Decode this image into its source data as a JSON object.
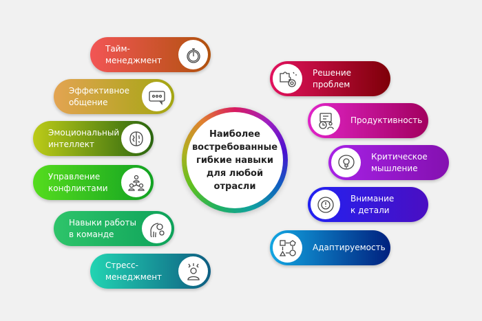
{
  "center": {
    "title": "Наиболее\nвостребованные\nгибкие навыки\nдля любой\nотрасли"
  },
  "left": [
    {
      "label": "Тайм-\nменеджмент",
      "icon": "stopwatch-icon",
      "from": "#f25555",
      "to": "#b0520e"
    },
    {
      "label": "Эффективное\nобщение",
      "icon": "chat-bubble-icon",
      "from": "#e3a452",
      "to": "#a3a612"
    },
    {
      "label": "Эмоциональный\nинтеллект",
      "icon": "brain-icon",
      "from": "#bccb18",
      "to": "#2a6510"
    },
    {
      "label": "Управление\nконфликтами",
      "icon": "people-network-icon",
      "from": "#55dc1e",
      "to": "#12a222"
    },
    {
      "label": "Навыки работы\nв команде",
      "icon": "heads-gears-icon",
      "from": "#2ec46a",
      "to": "#0ea25a"
    },
    {
      "label": "Стресс-\nменеджмент",
      "icon": "stressed-person-icon",
      "from": "#22d4b2",
      "to": "#0e5e82"
    }
  ],
  "right": [
    {
      "label": "Решение\nпроблем",
      "icon": "puzzle-gear-icon",
      "from": "#e2125e",
      "to": "#7e0008"
    },
    {
      "label": "Продуктивность",
      "icon": "productivity-icon",
      "from": "#e024c8",
      "to": "#a2005e"
    },
    {
      "label": "Критическое\nмышление",
      "icon": "lightbulb-brain-icon",
      "from": "#a722e6",
      "to": "#8410b0"
    },
    {
      "label": "Внимание\nк детали",
      "icon": "attention-icon",
      "from": "#2222f2",
      "to": "#4a0ec2"
    },
    {
      "label": "Адаптируемость",
      "icon": "shapes-flow-icon",
      "from": "#12a6e2",
      "to": "#00207e"
    }
  ]
}
